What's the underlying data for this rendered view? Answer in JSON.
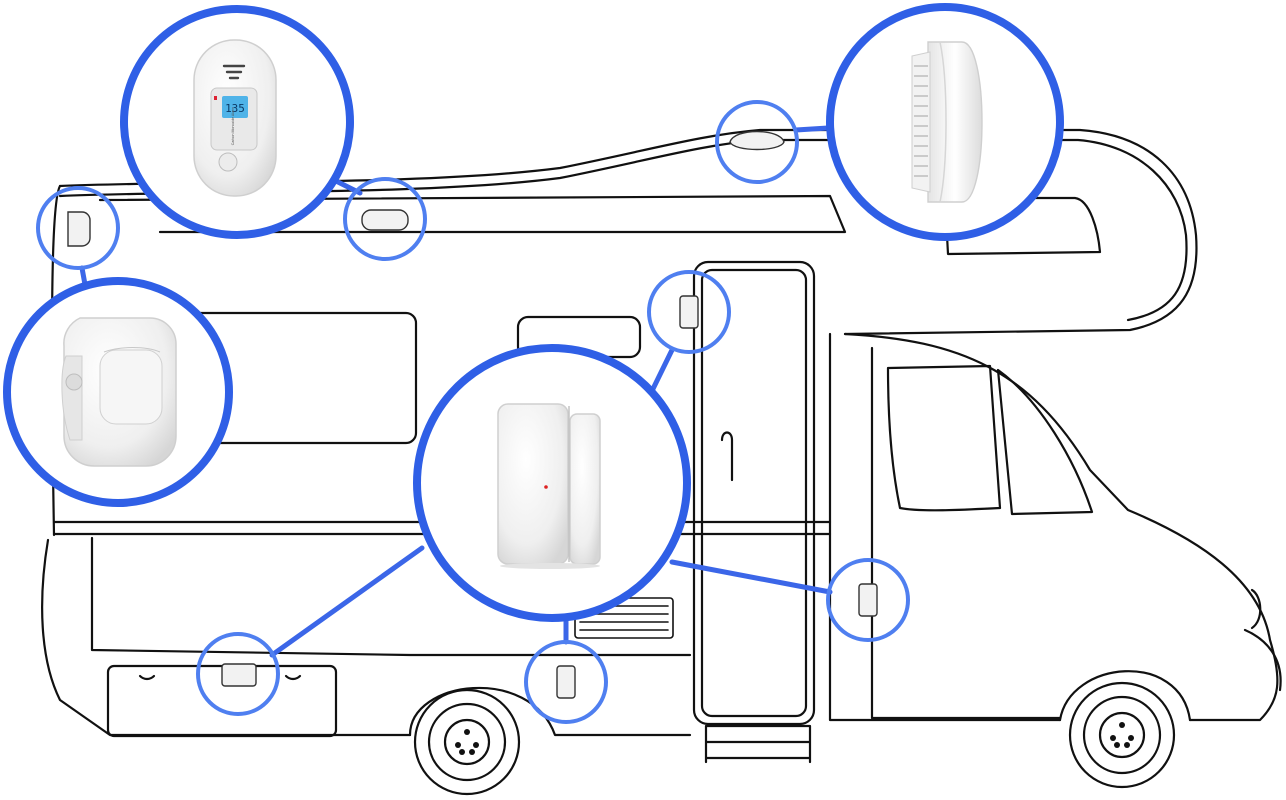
{
  "colors": {
    "ring_dark": "#2f5fe6",
    "ring_light": "#4f7ff0",
    "connector": "#3b66e8",
    "outline": "#111111",
    "device_white": "#f4f4f4",
    "lcd_blue": "#4fb3e8"
  },
  "devices": [
    {
      "id": "co-alarm",
      "icon": "carbon-monoxide-alarm-icon",
      "lcd_text": "135",
      "small_text": "Carbon Monoxide Alarm"
    },
    {
      "id": "smoke-detector",
      "icon": "smoke-detector-icon"
    },
    {
      "id": "motion-sensor",
      "icon": "pir-motion-sensor-icon"
    },
    {
      "id": "door-sensor",
      "icon": "door-window-contact-sensor-icon"
    }
  ]
}
